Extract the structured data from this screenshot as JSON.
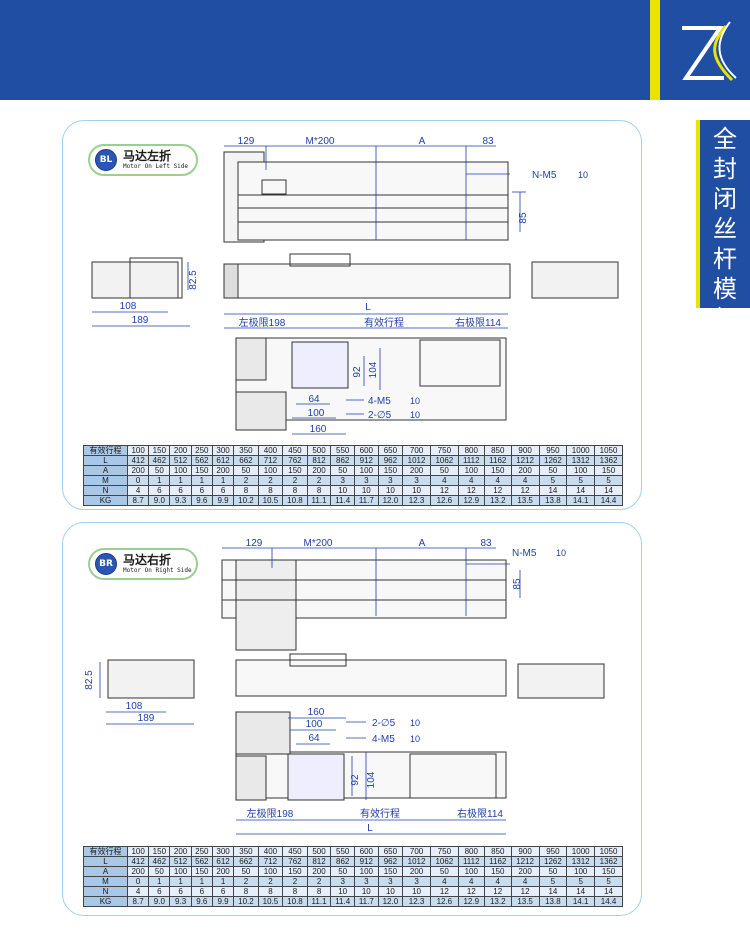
{
  "header": {
    "logo": "zk-logo",
    "accent": "#1f4ea3",
    "stripe": "#e8e400"
  },
  "side_tab": {
    "label": "全封闭丝杆模组"
  },
  "sections": [
    {
      "badge_code": "BL",
      "title": "马达左折",
      "subtitle": "Motor On Left Side",
      "dims": {
        "d129": "129",
        "dm200": "M*200",
        "da": "A",
        "d83": "83",
        "nm5": "N-M5",
        "nm5_depth": "10",
        "d85": "85",
        "d82_5": "82.5",
        "d108": "108",
        "d189": "189",
        "dl": "L",
        "left_limit": "左极限198",
        "stroke": "有效行程",
        "right_limit": "右极限114",
        "d92": "92",
        "d104": "104",
        "d64": "64",
        "d100": "100",
        "d160": "160",
        "m5_holes": "4-M5",
        "m5_depth": "10",
        "pin_holes": "2-∅5",
        "pin_depth": "10"
      }
    },
    {
      "badge_code": "BR",
      "title": "马达右折",
      "subtitle": "Motor On Right Side",
      "dims": {
        "d129": "129",
        "dm200": "M*200",
        "da": "A",
        "d83": "83",
        "nm5": "N-M5",
        "nm5_depth": "10",
        "d85": "85",
        "d82_5": "82.5",
        "d108": "108",
        "d189": "189",
        "dl": "L",
        "left_limit": "左极限198",
        "stroke": "有效行程",
        "right_limit": "右极限114",
        "d92": "92",
        "d104": "104",
        "d64": "64",
        "d100": "100",
        "d160": "160",
        "m5_holes": "4-M5",
        "m5_depth": "10",
        "pin_holes": "2-∅5",
        "pin_depth": "10"
      }
    }
  ],
  "spec_table": {
    "rows": [
      {
        "label": "有效行程",
        "values": [
          "100",
          "150",
          "200",
          "250",
          "300",
          "350",
          "400",
          "450",
          "500",
          "550",
          "600",
          "650",
          "700",
          "750",
          "800",
          "850",
          "900",
          "950",
          "1000",
          "1050"
        ]
      },
      {
        "label": "L",
        "values": [
          "412",
          "462",
          "512",
          "562",
          "612",
          "662",
          "712",
          "762",
          "812",
          "862",
          "912",
          "962",
          "1012",
          "1062",
          "1112",
          "1162",
          "1212",
          "1262",
          "1312",
          "1362"
        ]
      },
      {
        "label": "A",
        "values": [
          "200",
          "50",
          "100",
          "150",
          "200",
          "50",
          "100",
          "150",
          "200",
          "50",
          "100",
          "150",
          "200",
          "50",
          "100",
          "150",
          "200",
          "50",
          "100",
          "150"
        ]
      },
      {
        "label": "M",
        "values": [
          "0",
          "1",
          "1",
          "1",
          "1",
          "2",
          "2",
          "2",
          "2",
          "3",
          "3",
          "3",
          "3",
          "4",
          "4",
          "4",
          "4",
          "5",
          "5",
          "5"
        ]
      },
      {
        "label": "N",
        "values": [
          "4",
          "6",
          "6",
          "6",
          "6",
          "8",
          "8",
          "8",
          "8",
          "10",
          "10",
          "10",
          "10",
          "12",
          "12",
          "12",
          "12",
          "14",
          "14",
          "14"
        ]
      },
      {
        "label": "KG",
        "values": [
          "8.7",
          "9.0",
          "9.3",
          "9.6",
          "9.9",
          "10.2",
          "10.5",
          "10.8",
          "11.1",
          "11.4",
          "11.7",
          "12.0",
          "12.3",
          "12.6",
          "12.9",
          "13.2",
          "13.5",
          "13.8",
          "14.1",
          "14.4"
        ]
      }
    ]
  }
}
